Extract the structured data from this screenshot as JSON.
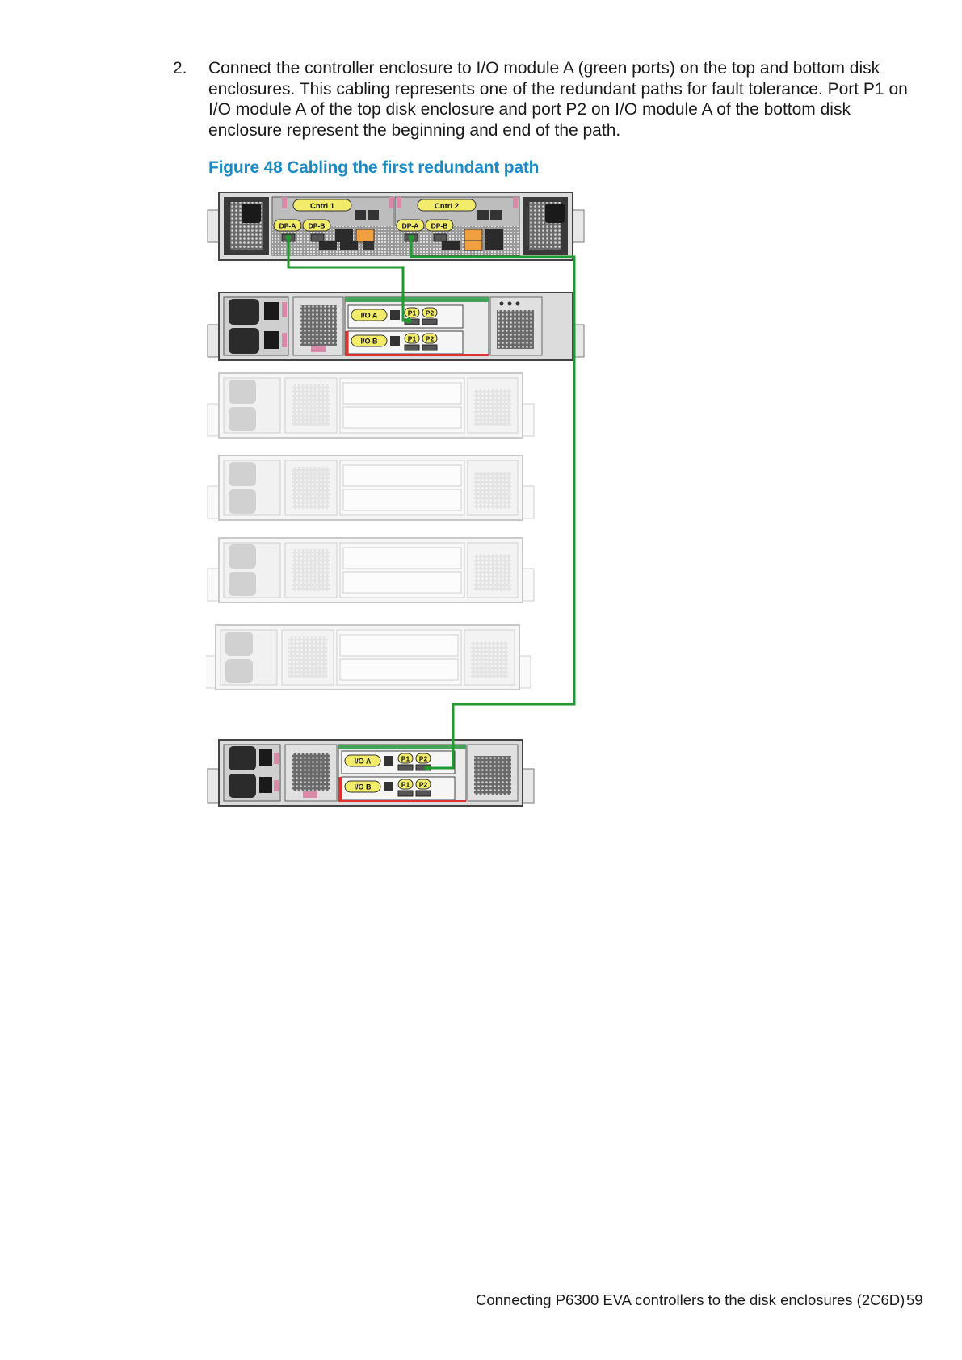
{
  "step": {
    "number": "2.",
    "text": "Connect the controller enclosure to I/O module A (green ports) on the top and bottom disk enclosures. This cabling represents one of the redundant paths for fault tolerance. Port P1 on I/O module A of the top disk enclosure and port P2 on I/O module A of the bottom disk enclosure represent the beginning and end of the path."
  },
  "figure": {
    "caption": "Figure 48 Cabling the first redundant path",
    "controller": {
      "labels": [
        "Cntrl 1",
        "Cntrl 2"
      ],
      "ports": [
        "DP-A",
        "DP-B",
        "DP-A",
        "DP-B"
      ]
    },
    "io_module_labels": [
      "I/O A",
      "I/O B"
    ],
    "port_labels": [
      "P1",
      "P2"
    ],
    "cable_color": "#1f9a2e",
    "label_color": "#f3ec6a"
  },
  "footer": {
    "title": "Connecting P6300 EVA controllers to the disk enclosures (2C6D)",
    "page": "59"
  }
}
